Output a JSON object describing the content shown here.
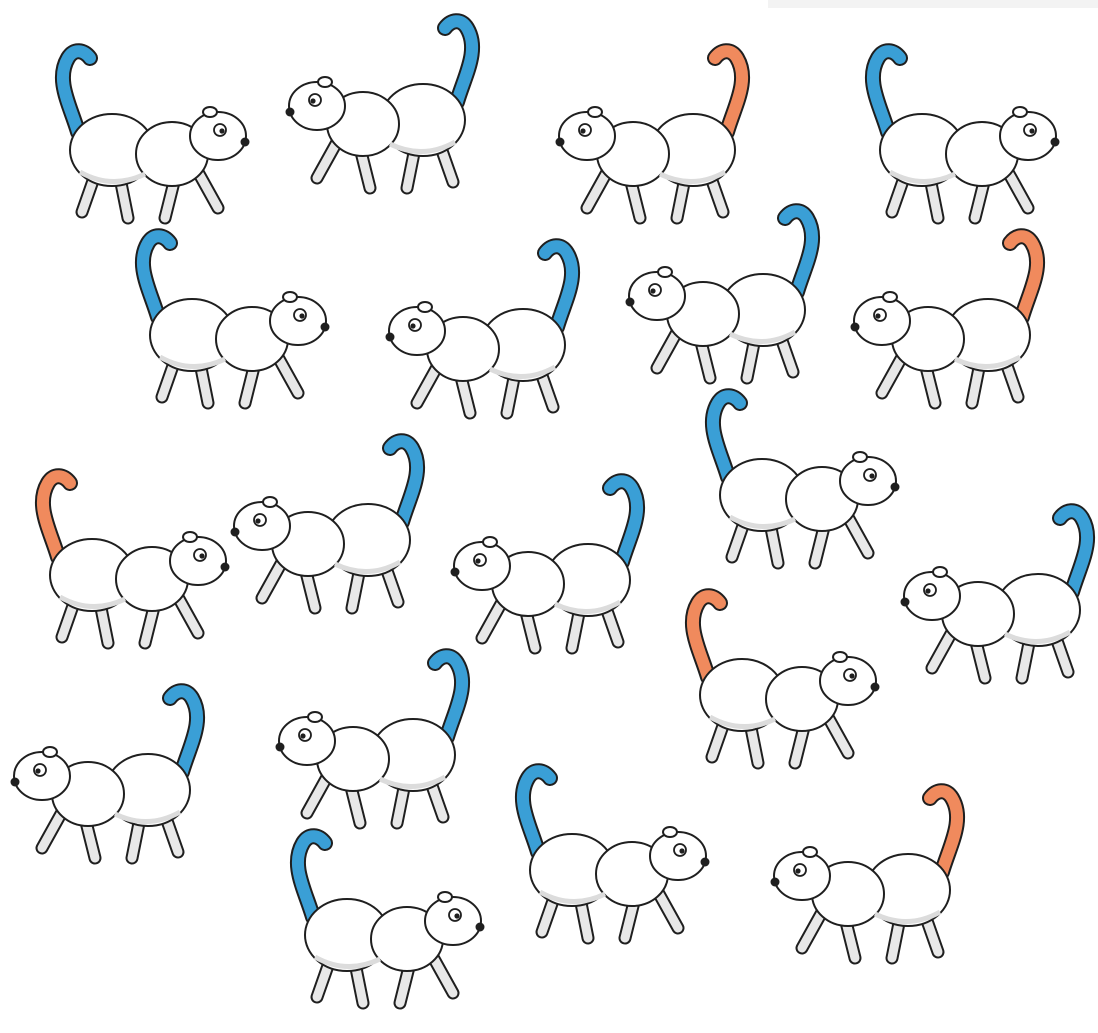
{
  "colors": {
    "background": "#ffffff",
    "body_fill": "#ffffff",
    "outline": "#1f1f1f",
    "leg_fill": "#e8e8e8",
    "shade": "#dcdcdc",
    "tail_blue": "#3a9fd6",
    "tail_orange": "#f08a5d"
  },
  "animals": [
    {
      "tail_color": "blue",
      "facing": "right"
    },
    {
      "tail_color": "blue",
      "facing": "left"
    },
    {
      "tail_color": "orange",
      "facing": "left"
    },
    {
      "tail_color": "blue",
      "facing": "right"
    },
    {
      "tail_color": "blue",
      "facing": "right"
    },
    {
      "tail_color": "blue",
      "facing": "left"
    },
    {
      "tail_color": "blue",
      "facing": "left"
    },
    {
      "tail_color": "orange",
      "facing": "left"
    },
    {
      "tail_color": "orange",
      "facing": "right"
    },
    {
      "tail_color": "blue",
      "facing": "left"
    },
    {
      "tail_color": "blue",
      "facing": "left"
    },
    {
      "tail_color": "blue",
      "facing": "right"
    },
    {
      "tail_color": "blue",
      "facing": "left"
    },
    {
      "tail_color": "orange",
      "facing": "right"
    },
    {
      "tail_color": "blue",
      "facing": "left"
    },
    {
      "tail_color": "blue",
      "facing": "left"
    },
    {
      "tail_color": "blue",
      "facing": "right"
    },
    {
      "tail_color": "blue",
      "facing": "right"
    },
    {
      "tail_color": "orange",
      "facing": "left"
    }
  ]
}
